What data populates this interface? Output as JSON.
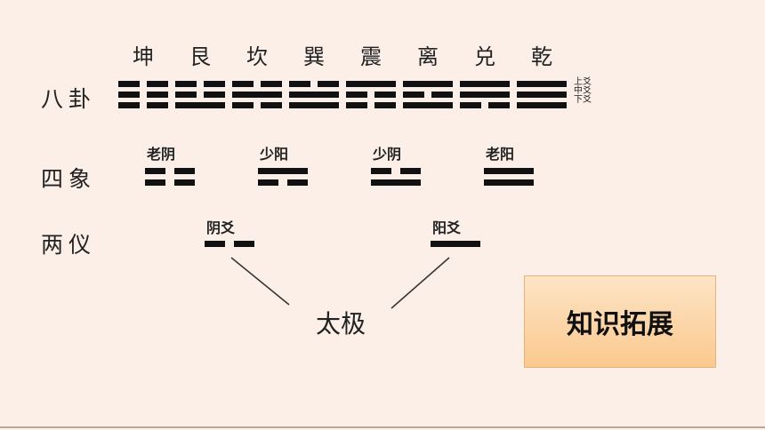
{
  "rows": {
    "bagua": "八卦",
    "sixiang": "四象",
    "liangyi": "两仪"
  },
  "trigrams": [
    {
      "name": "坤",
      "lines": [
        0,
        0,
        0
      ]
    },
    {
      "name": "艮",
      "lines": [
        1,
        0,
        0
      ]
    },
    {
      "name": "坎",
      "lines": [
        0,
        1,
        0
      ]
    },
    {
      "name": "巽",
      "lines": [
        1,
        1,
        0
      ]
    },
    {
      "name": "震",
      "lines": [
        0,
        0,
        1
      ]
    },
    {
      "name": "离",
      "lines": [
        1,
        0,
        1
      ]
    },
    {
      "name": "兑",
      "lines": [
        0,
        1,
        1
      ]
    },
    {
      "name": "乾",
      "lines": [
        1,
        1,
        1
      ]
    }
  ],
  "line_names": [
    "上爻",
    "中爻",
    "下爻"
  ],
  "sixiang": [
    {
      "label": "老阴",
      "lines": [
        0,
        0
      ]
    },
    {
      "label": "少阳",
      "lines": [
        0,
        1
      ]
    },
    {
      "label": "少阴",
      "lines": [
        1,
        0
      ]
    },
    {
      "label": "老阳",
      "lines": [
        1,
        1
      ]
    }
  ],
  "liangyi": [
    {
      "label": "阴爻",
      "line": 0
    },
    {
      "label": "阳爻",
      "line": 1
    }
  ],
  "taiji": "太极",
  "extension_box": "知识拓展"
}
